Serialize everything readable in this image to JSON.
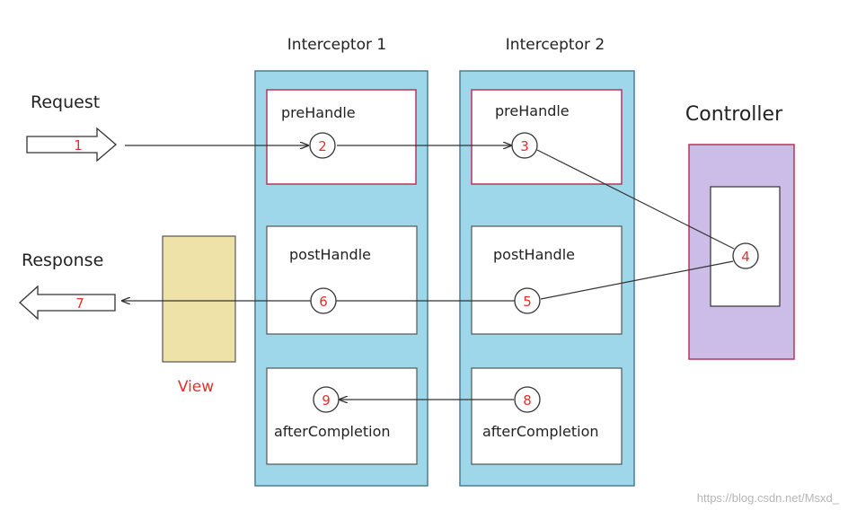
{
  "labels": {
    "interceptor1": "Interceptor 1",
    "interceptor2": "Interceptor 2",
    "controller": "Controller",
    "request": "Request",
    "response": "Response",
    "view": "View",
    "prehandle1": "preHandle",
    "prehandle2": "preHandle",
    "posthandle1": "postHandle",
    "posthandle2": "postHandle",
    "aftercompletion1": "afterCompletion",
    "aftercompletion2": "afterCompletion"
  },
  "steps": {
    "s1": "1",
    "s2": "2",
    "s3": "3",
    "s4": "4",
    "s5": "5",
    "s6": "6",
    "s7": "7",
    "s8": "8",
    "s9": "9"
  },
  "watermark": "https://blog.csdn.net/Msxd_",
  "colors": {
    "interceptor_fill": "#9ed7ea",
    "interceptor_stroke": "#4a7f93",
    "controller_fill": "#cbbde8",
    "controller_stroke": "#b8355a",
    "view_fill": "#efe2a8",
    "number_red": "#e03030",
    "box_stroke_dark": "#555555",
    "prehandle_stroke": "#b8355a"
  }
}
